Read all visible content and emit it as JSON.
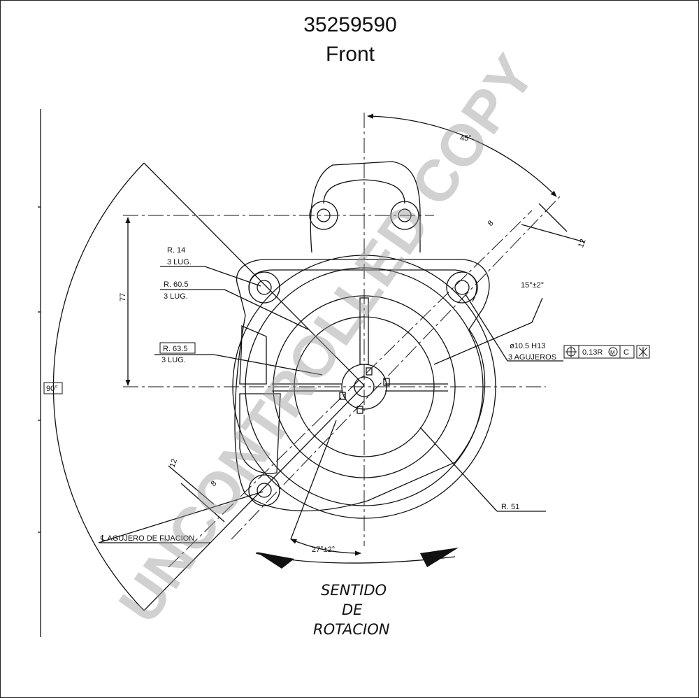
{
  "header": {
    "part_number": "35259590",
    "view": "Front"
  },
  "labels": {
    "angle_45": "45°",
    "dim_8_top": "8",
    "dim_12_top": "12",
    "angle_15": "15°±2°",
    "r14": "R. 14",
    "lug1": "3 LUG.",
    "r60": "R. 60.5",
    "lug2": "3 LUG.",
    "dim_77": "77",
    "r63": "R. 63.5",
    "lug3": "3 LUG.",
    "hole_dia": "ø10.5  H13",
    "holes": "3 AGUJEROS",
    "tol_value": "0.13R",
    "tol_m": "M",
    "tol_c": "C",
    "angle_90": "90°",
    "dim_12_bot": "12",
    "dim_8_bot": "8",
    "r51": "R. 51",
    "agujero": "℄ AGUJERO DE FIJACION",
    "angle_27": "27°±2°",
    "rotation_1": "SENTIDO",
    "rotation_2": "DE",
    "rotation_3": "ROTACION"
  },
  "watermark": "UNCONTROLLED COPY",
  "colors": {
    "line": "#111111",
    "watermark": "#9a9a9a"
  }
}
